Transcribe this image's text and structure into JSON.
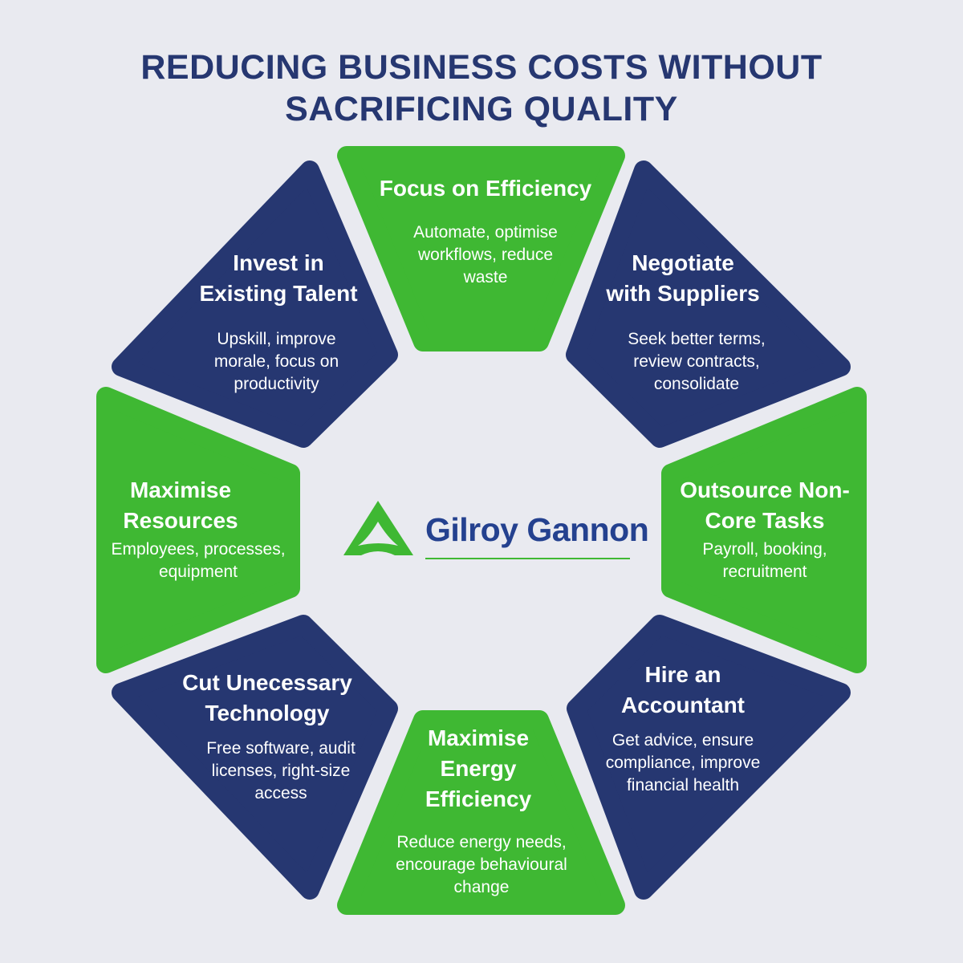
{
  "title": {
    "line1": "REDUCING BUSINESS COSTS WITHOUT",
    "line2": "SACRIFICING QUALITY"
  },
  "colors": {
    "background": "#e9eaf0",
    "navy": "#263771",
    "green": "#3fb833",
    "brand_blue": "#24418f"
  },
  "logo": {
    "icon": "triangle-logo-icon",
    "brand_name": "Gilroy Gannon"
  },
  "segments": [
    {
      "id": "efficiency",
      "color": "green",
      "heading": [
        "Focus on Efficiency"
      ],
      "description": [
        "Automate, optimise",
        "workflows, reduce",
        "waste"
      ]
    },
    {
      "id": "suppliers",
      "color": "navy",
      "heading": [
        "Negotiate",
        "with Suppliers"
      ],
      "description": [
        "Seek better terms,",
        "review contracts,",
        "consolidate"
      ]
    },
    {
      "id": "outsource",
      "color": "green",
      "heading": [
        "Outsource Non-",
        "Core Tasks"
      ],
      "description": [
        "Payroll, booking,",
        "recruitment"
      ]
    },
    {
      "id": "accountant",
      "color": "navy",
      "heading": [
        "Hire an",
        "Accountant"
      ],
      "description": [
        "Get advice, ensure",
        "compliance, improve",
        "financial health"
      ]
    },
    {
      "id": "energy",
      "color": "green",
      "heading": [
        "Maximise",
        "Energy",
        "Efficiency"
      ],
      "description": [
        "Reduce energy needs,",
        "encourage behavioural",
        "change"
      ]
    },
    {
      "id": "technology",
      "color": "navy",
      "heading": [
        "Cut Unecessary",
        "Technology"
      ],
      "description": [
        "Free software, audit",
        "licenses, right-size",
        "access"
      ]
    },
    {
      "id": "resources",
      "color": "green",
      "heading": [
        "Maximise",
        "Resources"
      ],
      "description": [
        "Employees, processes,",
        "equipment"
      ]
    },
    {
      "id": "talent",
      "color": "navy",
      "heading": [
        "Invest in",
        "Existing Talent"
      ],
      "description": [
        "Upskill, improve",
        "morale, focus on",
        "productivity"
      ]
    }
  ]
}
